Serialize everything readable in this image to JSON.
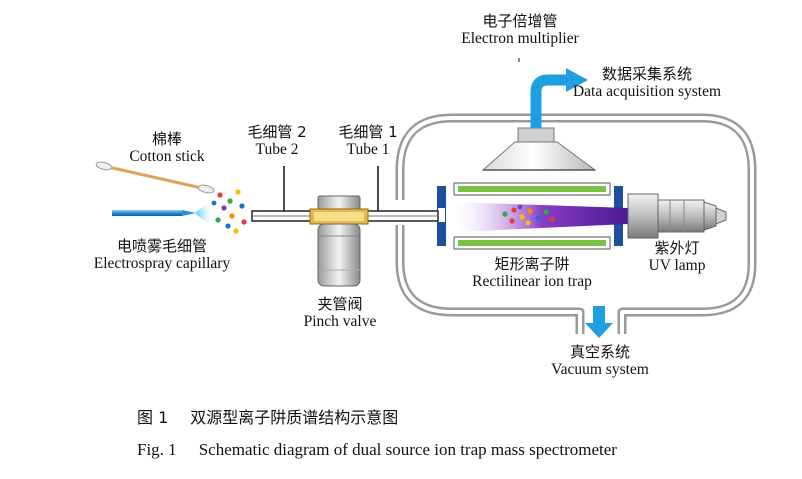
{
  "labels": {
    "electron_multiplier": {
      "cn": "电子倍增管",
      "en": "Electron multiplier"
    },
    "data_acquisition": {
      "cn": "数据采集系统",
      "en": "Data acquisition system"
    },
    "cotton_stick": {
      "cn": "棉棒",
      "en": "Cotton stick"
    },
    "tube2": {
      "cn": "毛细管 2",
      "en": "Tube 2"
    },
    "tube1": {
      "cn": "毛细管 1",
      "en": "Tube 1"
    },
    "electrospray": {
      "cn": "电喷雾毛细管",
      "en": "Electrospray capillary"
    },
    "pinch_valve": {
      "cn": "夹管阀",
      "en": "Pinch valve"
    },
    "ion_trap": {
      "cn": "矩形离子阱",
      "en": "Rectilinear ion trap"
    },
    "uv_lamp": {
      "cn": "紫外灯",
      "en": "UV lamp"
    },
    "vacuum": {
      "cn": "真空系统",
      "en": "Vacuum system"
    }
  },
  "caption": {
    "cn_num": "图 1",
    "cn_text": "双源型离子阱质谱结构示意图",
    "en_num": "Fig. 1",
    "en_text": "Schematic diagram of dual source ion trap mass spectrometer"
  },
  "colors": {
    "chamber": "#9a9a9a",
    "arrow": "#1f9fe0",
    "trap_green": "#79c142",
    "electrode_blue": "#1d4fa0",
    "beam": "#7a2bb5"
  }
}
